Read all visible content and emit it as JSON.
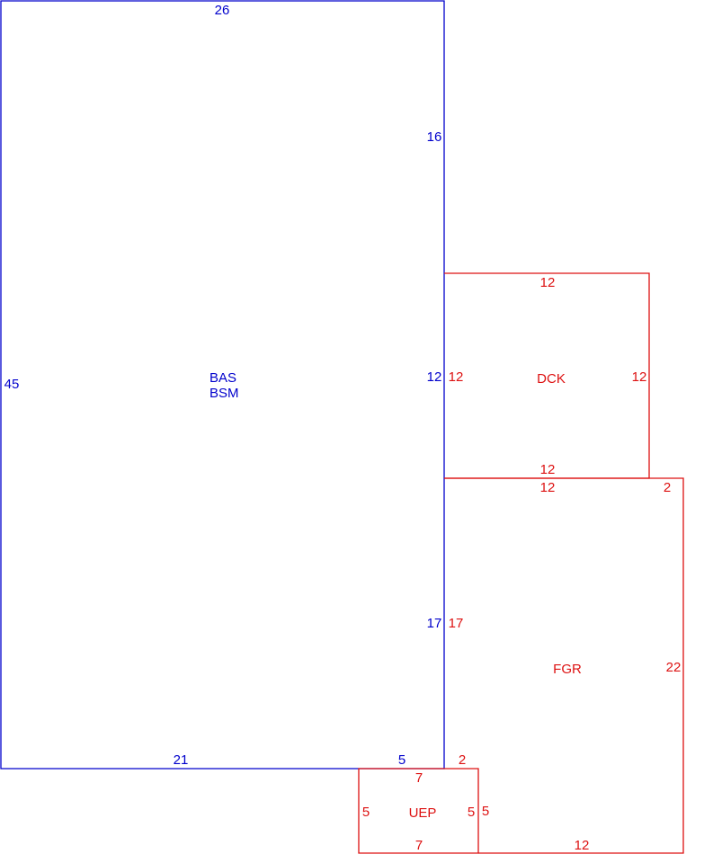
{
  "colors": {
    "main": "#0000cc",
    "addition": "#dd1111"
  },
  "areas": {
    "bas": {
      "label_line1": "BAS",
      "label_line2": "BSM"
    },
    "dck": {
      "label": "DCK"
    },
    "fgr": {
      "label": "FGR"
    },
    "uep": {
      "label": "UEP"
    }
  },
  "dimensions": {
    "bas": {
      "top": "26",
      "right_upper": "16",
      "right_mid": "12",
      "left": "45",
      "right_lower": "17",
      "bottom_left": "21",
      "bottom_right": "5"
    },
    "dck": {
      "top": "12",
      "left": "12",
      "right": "12",
      "bottom": "12"
    },
    "fgr": {
      "top": "12",
      "top_step": "2",
      "left": "17",
      "right": "22",
      "bottom": "12",
      "bottom_step": "2"
    },
    "uep": {
      "top": "7",
      "left": "5",
      "right_inner": "5",
      "right_outer": "5",
      "bottom": "7"
    }
  }
}
